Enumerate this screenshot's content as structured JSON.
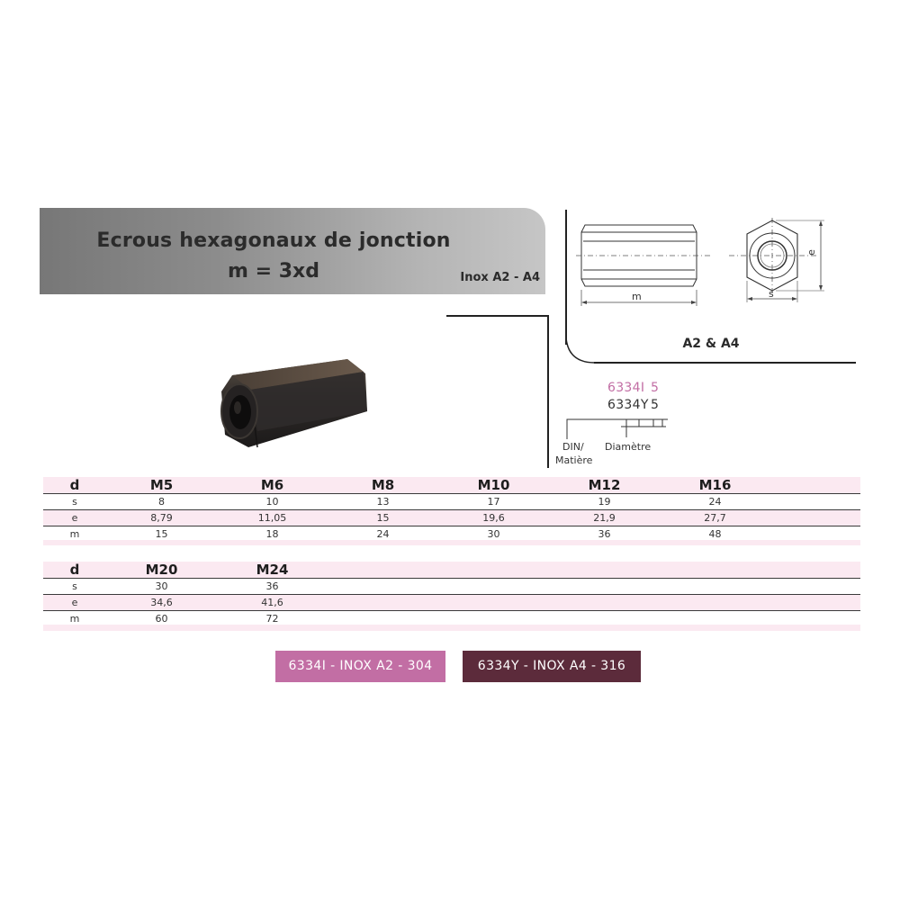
{
  "header": {
    "title_line1": "Ecrous hexagonaux de jonction",
    "title_line2": "m = 3xd",
    "material": "Inox A2 - A4"
  },
  "drawing": {
    "caption": "A2 & A4",
    "label_m": "m",
    "label_s": "s",
    "label_e": "e"
  },
  "reference": {
    "code_a2": "6334I",
    "code_a4": "6334Y",
    "size_digit": "5",
    "legend_din": "DIN/",
    "legend_matiere": "Matière",
    "legend_diametre": "Diamètre"
  },
  "colors": {
    "a2": "#c26ea4",
    "a4": "#5c2b3b",
    "row_pink": "#fbe9f1"
  },
  "table1": {
    "header": [
      "d",
      "M5",
      "M6",
      "M8",
      "M10",
      "M12",
      "M16"
    ],
    "rows": [
      [
        "s",
        "8",
        "10",
        "13",
        "17",
        "19",
        "24"
      ],
      [
        "e",
        "8,79",
        "11,05",
        "15",
        "19,6",
        "21,9",
        "27,7"
      ],
      [
        "m",
        "15",
        "18",
        "24",
        "30",
        "36",
        "48"
      ]
    ]
  },
  "table2": {
    "header": [
      "d",
      "M20",
      "M24"
    ],
    "rows": [
      [
        "s",
        "30",
        "36"
      ],
      [
        "e",
        "34,6",
        "41,6"
      ],
      [
        "m",
        "60",
        "72"
      ]
    ]
  },
  "products": {
    "a2_label": "6334I - INOX A2 - 304",
    "a4_label": "6334Y - INOX A4 - 316"
  }
}
